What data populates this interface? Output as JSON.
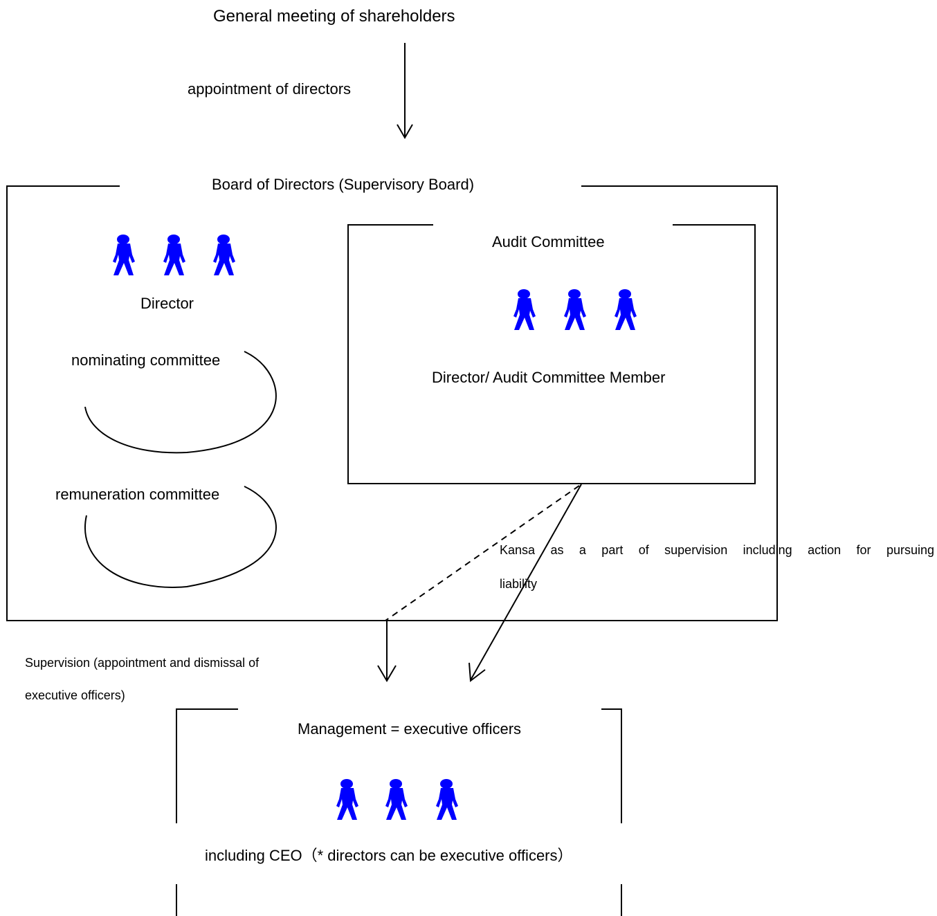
{
  "top": {
    "title": "General meeting of shareholders",
    "arrow_label": "appointment of directors"
  },
  "board": {
    "title": "Board of Directors (Supervisory Board)",
    "director_label": "Director",
    "nominating_committee": "nominating committee",
    "remuneration_committee": "remuneration committee"
  },
  "audit": {
    "title": "Audit Committee",
    "member_label": "Director/ Audit Committee Member"
  },
  "kansa": {
    "line1": "Kansa as a part of supervision  including action for pursuing",
    "line2": "liability"
  },
  "supervision": {
    "line1": "Supervision (appointment and dismissal of",
    "line2": "executive officers)"
  },
  "management": {
    "title": "Management = executive officers",
    "ceo_label": "including CEO（* directors can be executive officers）"
  },
  "colors": {
    "figure": "#0000ff",
    "line": "#000000"
  },
  "icons": {
    "person": "person-icon"
  }
}
